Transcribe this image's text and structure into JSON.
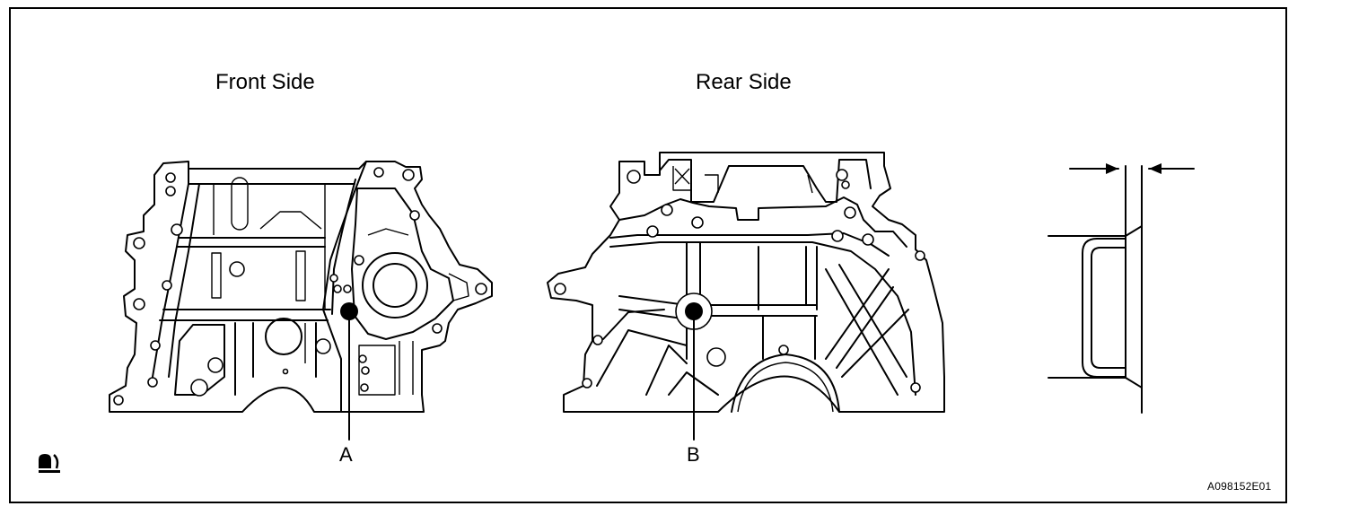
{
  "figure": {
    "front_title": "Front Side",
    "rear_title": "Rear Side",
    "callout_a": "A",
    "callout_b": "B",
    "figure_id": "A098152E01"
  },
  "icons": {
    "seal_packing_icon": "seal-packing-icon"
  },
  "colors": {
    "line": "#000000",
    "background": "#ffffff"
  }
}
